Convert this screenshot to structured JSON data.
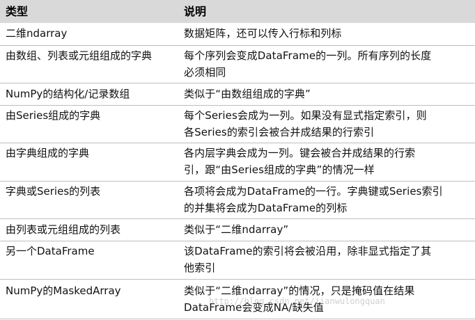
{
  "header": {
    "type_label": "类型",
    "desc_label": "说明"
  },
  "rows": [
    {
      "type": "二维ndarray",
      "desc": [
        "数据矩阵，还可以传入行标和列标"
      ]
    },
    {
      "type": "由数组、列表或元组组成的字典",
      "desc": [
        "每个序列会变成DataFrame的一列。所有序列的长度",
        "必须相同"
      ]
    },
    {
      "type": "NumPy的结构化/记录数组",
      "desc": [
        "类似于“由数组组成的字典”"
      ]
    },
    {
      "type": "由Series组成的字典",
      "desc": [
        "每个Series会成为一列。如果没有显式指定索引，则",
        "各Series的索引会被合并成结果的行索引"
      ]
    },
    {
      "type": "由字典组成的字典",
      "desc": [
        "各内层字典会成为一列。键会被合并成结果的行索",
        "引，跟“由Series组成的字典”的情况一样"
      ]
    },
    {
      "type": "字典或Series的列表",
      "desc": [
        "各项将会成为DataFrame的一行。字典键或Series索引",
        "的并集将会成为DataFrame的列标"
      ]
    },
    {
      "type": "由列表或元组组成的列表",
      "desc": [
        "类似于“二维ndarray”"
      ]
    },
    {
      "type": "另一个DataFrame",
      "desc": [
        "该DataFrame的索引将会被沿用，除非显式指定了其",
        "他索引"
      ]
    },
    {
      "type": "NumPy的MaskedArray",
      "desc": [
        "类似于“二维ndarray”的情况，只是掩码值在结果",
        "DataFrame会变成NA/缺失值"
      ]
    }
  ],
  "watermark": "http://blog.csdn.net/jianwulongquan"
}
